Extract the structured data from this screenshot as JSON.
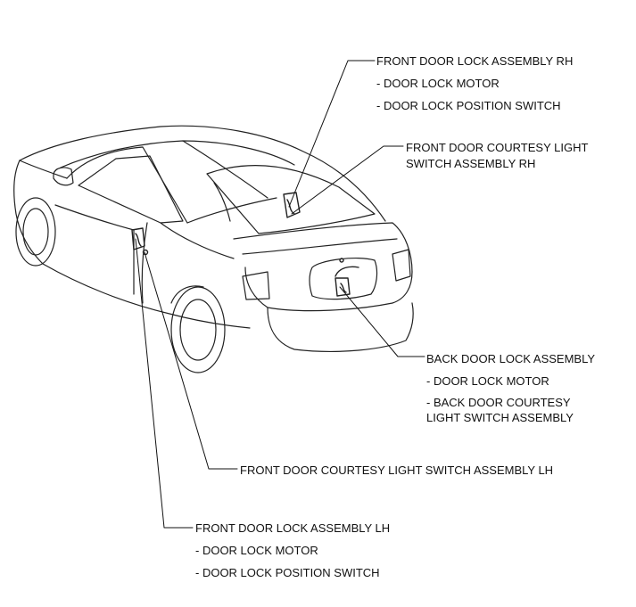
{
  "callouts": {
    "front_rh": {
      "title": "FRONT DOOR LOCK ASSEMBLY RH",
      "items": [
        "- DOOR LOCK MOTOR",
        "- DOOR LOCK POSITION SWITCH"
      ]
    },
    "courtesy_rh": {
      "lines": [
        "FRONT DOOR COURTESY LIGHT",
        "SWITCH ASSEMBLY RH"
      ]
    },
    "back_door": {
      "title": "BACK DOOR LOCK ASSEMBLY",
      "items": [
        "- DOOR LOCK MOTOR",
        "- BACK DOOR COURTESY",
        "LIGHT SWITCH ASSEMBLY"
      ]
    },
    "courtesy_lh": {
      "title": "FRONT DOOR COURTESY LIGHT SWITCH ASSEMBLY LH"
    },
    "front_lh": {
      "title": "FRONT DOOR LOCK ASSEMBLY LH",
      "items": [
        "- DOOR LOCK MOTOR",
        "- DOOR LOCK POSITION SWITCH"
      ]
    }
  },
  "colors": {
    "ink": "#111111",
    "background": "#ffffff"
  }
}
